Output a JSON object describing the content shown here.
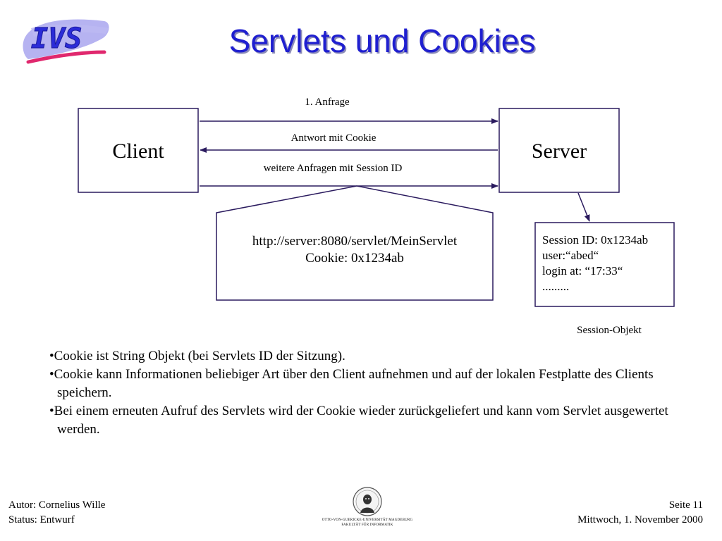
{
  "slide": {
    "title": "Servlets und Cookies",
    "logo_text": "IVS"
  },
  "diagram": {
    "client_label": "Client",
    "server_label": "Server",
    "arrows": {
      "request": "1. Anfrage",
      "response": "Antwort mit Cookie",
      "further": "weitere Anfragen mit Session ID"
    },
    "callout_lines": [
      "http://server:8080/servlet/MeinServlet",
      "Cookie: 0x1234ab"
    ],
    "session_lines": [
      "Session ID: 0x1234ab",
      "user:“abed“",
      "login at: “17:33“",
      "........."
    ],
    "session_caption": "Session-Objekt"
  },
  "bullets": [
    "Cookie ist String Objekt (bei Servlets ID der Sitzung).",
    "Cookie kann Informationen beliebiger Art über den Client aufnehmen und auf der lokalen Festplatte des Clients speichern.",
    "Bei einem erneuten Aufruf des Servlets wird der Cookie wieder zurückgeliefert und kann vom Servlet ausgewertet werden."
  ],
  "footer": {
    "author": "Autor: Cornelius Wille",
    "status": "Status: Entwurf",
    "page": "Seite 11",
    "date": "Mittwoch, 1. November 2000",
    "seal_caption_1": "OTTO-VON-GUERICKE-UNIVERSITÄT MAGDEBURG",
    "seal_caption_2": "FAKULTÄT FÜR INFORMATIK"
  },
  "colors": {
    "title": "#1f1fd0",
    "arrow_lines": "#2a1a5e",
    "logo_text": "#2b2bd8",
    "logo_back": "#a9a6ee",
    "logo_underline": "#e0286e"
  }
}
